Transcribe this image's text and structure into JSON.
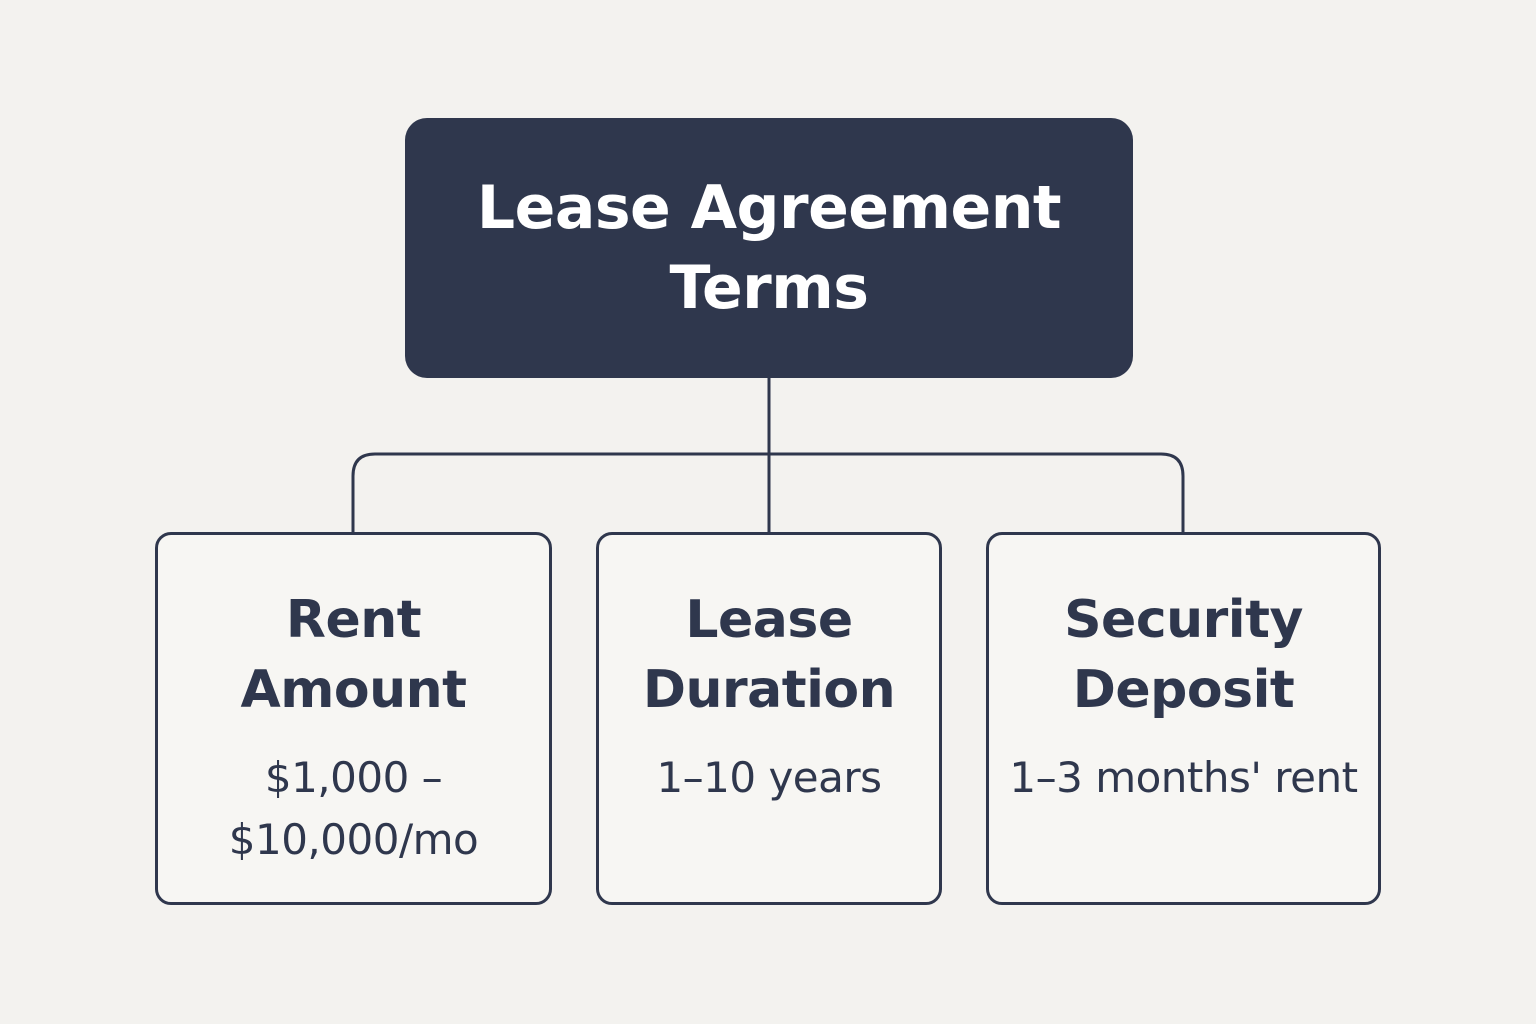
{
  "colors": {
    "background": "#f3f2ef",
    "root_fill": "#2f374d",
    "root_text": "#ffffff",
    "stroke": "#2f374d",
    "child_fill": "#f7f6f3",
    "text_dark": "#2f374d"
  },
  "root": {
    "title": "Lease Agreement Terms"
  },
  "children": [
    {
      "title": "Rent Amount",
      "detail": "$1,000 – $10,000/mo"
    },
    {
      "title": "Lease Duration",
      "detail": "1–10 years"
    },
    {
      "title": "Security Deposit",
      "detail": "1–3 months' rent"
    }
  ]
}
